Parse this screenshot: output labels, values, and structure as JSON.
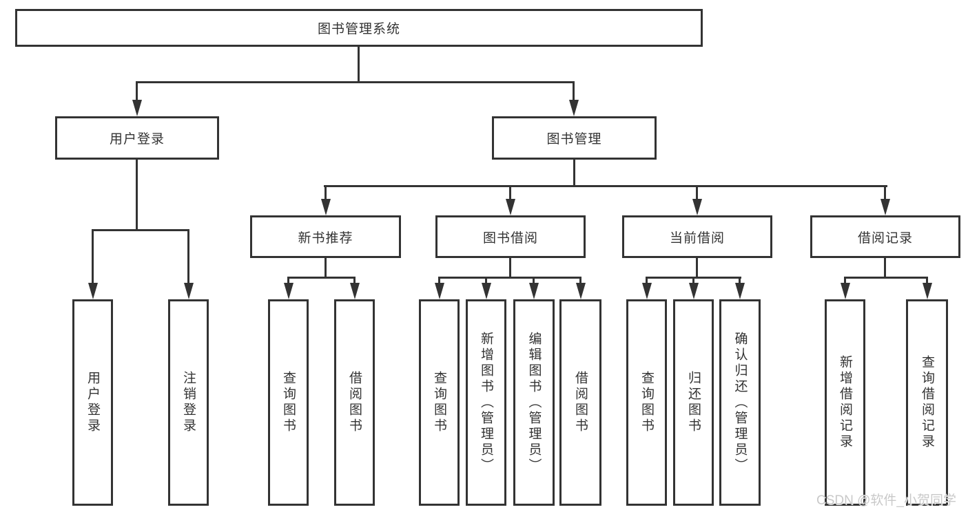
{
  "title": "图书管理系统",
  "nodes": {
    "user_login": "用户登录",
    "book_mgmt": "图书管理",
    "new_books": "新书推荐",
    "book_borrow": "图书借阅",
    "current_borrow": "当前借阅",
    "borrow_records": "借阅记录",
    "leaf_user_login": "用户登录",
    "leaf_logout": "注销登录",
    "nb_query": "查询图书",
    "nb_borrow": "借阅图书",
    "bb_query": "查询图书",
    "bb_add": "新增图书（管理员）",
    "bb_edit": "编辑图书（管理员）",
    "bb_borrow": "借阅图书",
    "cb_query": "查询图书",
    "cb_return": "归还图书",
    "cb_confirm": "确认归还（管理员）",
    "br_add": "新增借阅记录",
    "br_query": "查询借阅记录"
  },
  "watermark": "CSDN @软件_小贺同学",
  "colors": {
    "line": "#333333",
    "text": "#333333",
    "background": "#ffffff",
    "watermark": "#c9c9c9"
  }
}
